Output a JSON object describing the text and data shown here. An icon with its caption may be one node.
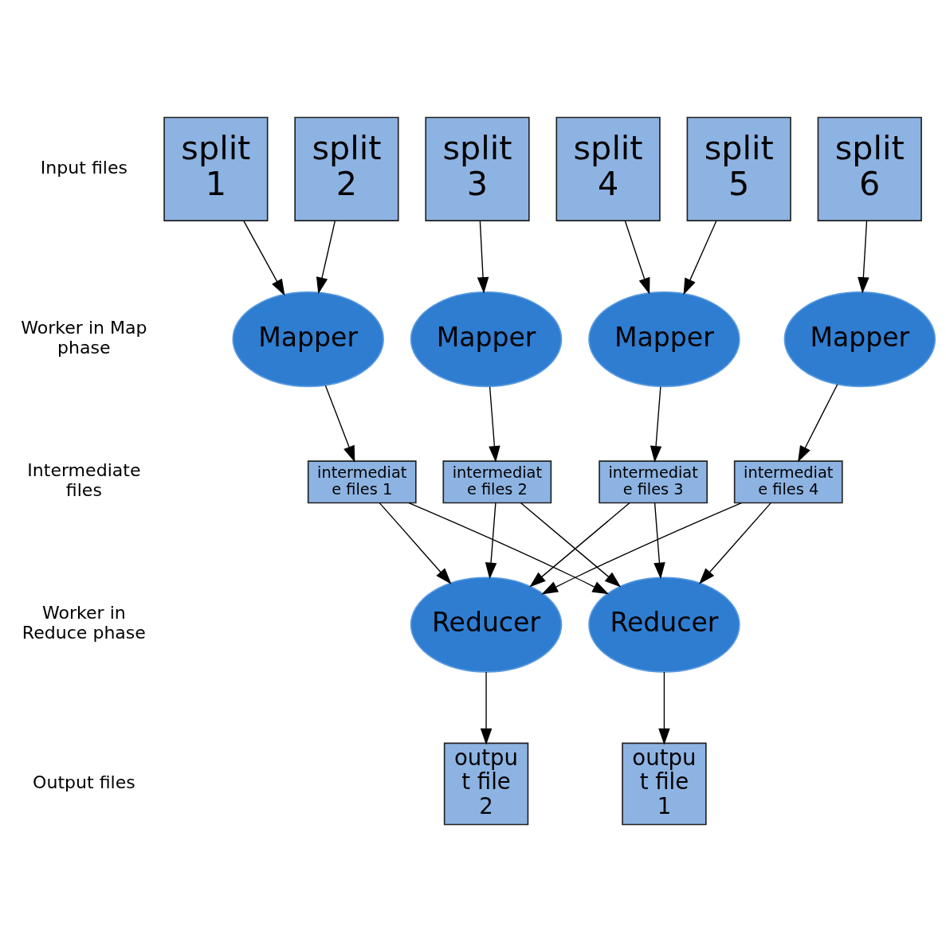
{
  "diagram": {
    "nodes": [
      {
        "text": [
          "split 1"
        ]
      },
      {
        "text": [
          "split 2"
        ]
      },
      {
        "text": [
          "split 3"
        ]
      },
      {
        "text": [
          "split 4"
        ]
      },
      {
        "text": [
          "split 5"
        ]
      },
      {
        "text": [
          "split 6"
        ]
      },
      {
        "text": [
          "Mapper"
        ]
      },
      {
        "text": [
          "Mapper"
        ]
      },
      {
        "text": [
          "Mapper"
        ]
      },
      {
        "text": [
          "Mapper"
        ]
      },
      {
        "text": [
          "intermediat e files 1"
        ]
      },
      {
        "text": [
          "intermediat e files 2"
        ]
      },
      {
        "text": [
          "intermediat e files 3"
        ]
      },
      {
        "text": [
          "intermediat e files 4"
        ]
      },
      {
        "text": [
          "Reducer"
        ]
      },
      {
        "text": [
          "Reducer"
        ]
      },
      {
        "text": [
          "outpu t file 1"
        ]
      },
      {
        "text": [
          "outpu t file 2"
        ]
      }
    ],
    "edges": [
      {
        "from": 0,
        "to": 6,
        "arrow": "to"
      },
      {
        "from": 1,
        "to": 6,
        "arrow": "to"
      },
      {
        "from": 2,
        "to": 7,
        "arrow": "to"
      },
      {
        "from": 3,
        "to": 8,
        "arrow": "to"
      },
      {
        "from": 4,
        "to": 8,
        "arrow": "to"
      },
      {
        "from": 5,
        "to": 9,
        "arrow": "to"
      },
      {
        "from": 6,
        "to": 10,
        "arrow": "to"
      },
      {
        "from": 7,
        "to": 11,
        "arrow": "to"
      },
      {
        "from": 8,
        "to": 12,
        "arrow": "to"
      },
      {
        "from": 9,
        "to": 13,
        "arrow": "to"
      },
      {
        "from": 10,
        "to": 14,
        "arrow": "to"
      },
      {
        "from": 10,
        "to": 15,
        "arrow": "to"
      },
      {
        "from": 11,
        "to": 14,
        "arrow": "to"
      },
      {
        "from": 11,
        "to": 15,
        "arrow": "to"
      },
      {
        "from": 12,
        "to": 14,
        "arrow": "to"
      },
      {
        "from": 12,
        "to": 15,
        "arrow": "to"
      },
      {
        "from": 13,
        "to": 14,
        "arrow": "to"
      },
      {
        "from": 13,
        "to": 15,
        "arrow": "to"
      },
      {
        "from": 14,
        "to": 16,
        "arrow": "to"
      },
      {
        "from": 15,
        "to": 17,
        "arrow": "to"
      }
    ],
    "labels": [
      "Input files",
      "Worker in Map phase",
      "Intermediate files",
      "Worker in Reduce phase",
      "Output files"
    ]
  }
}
